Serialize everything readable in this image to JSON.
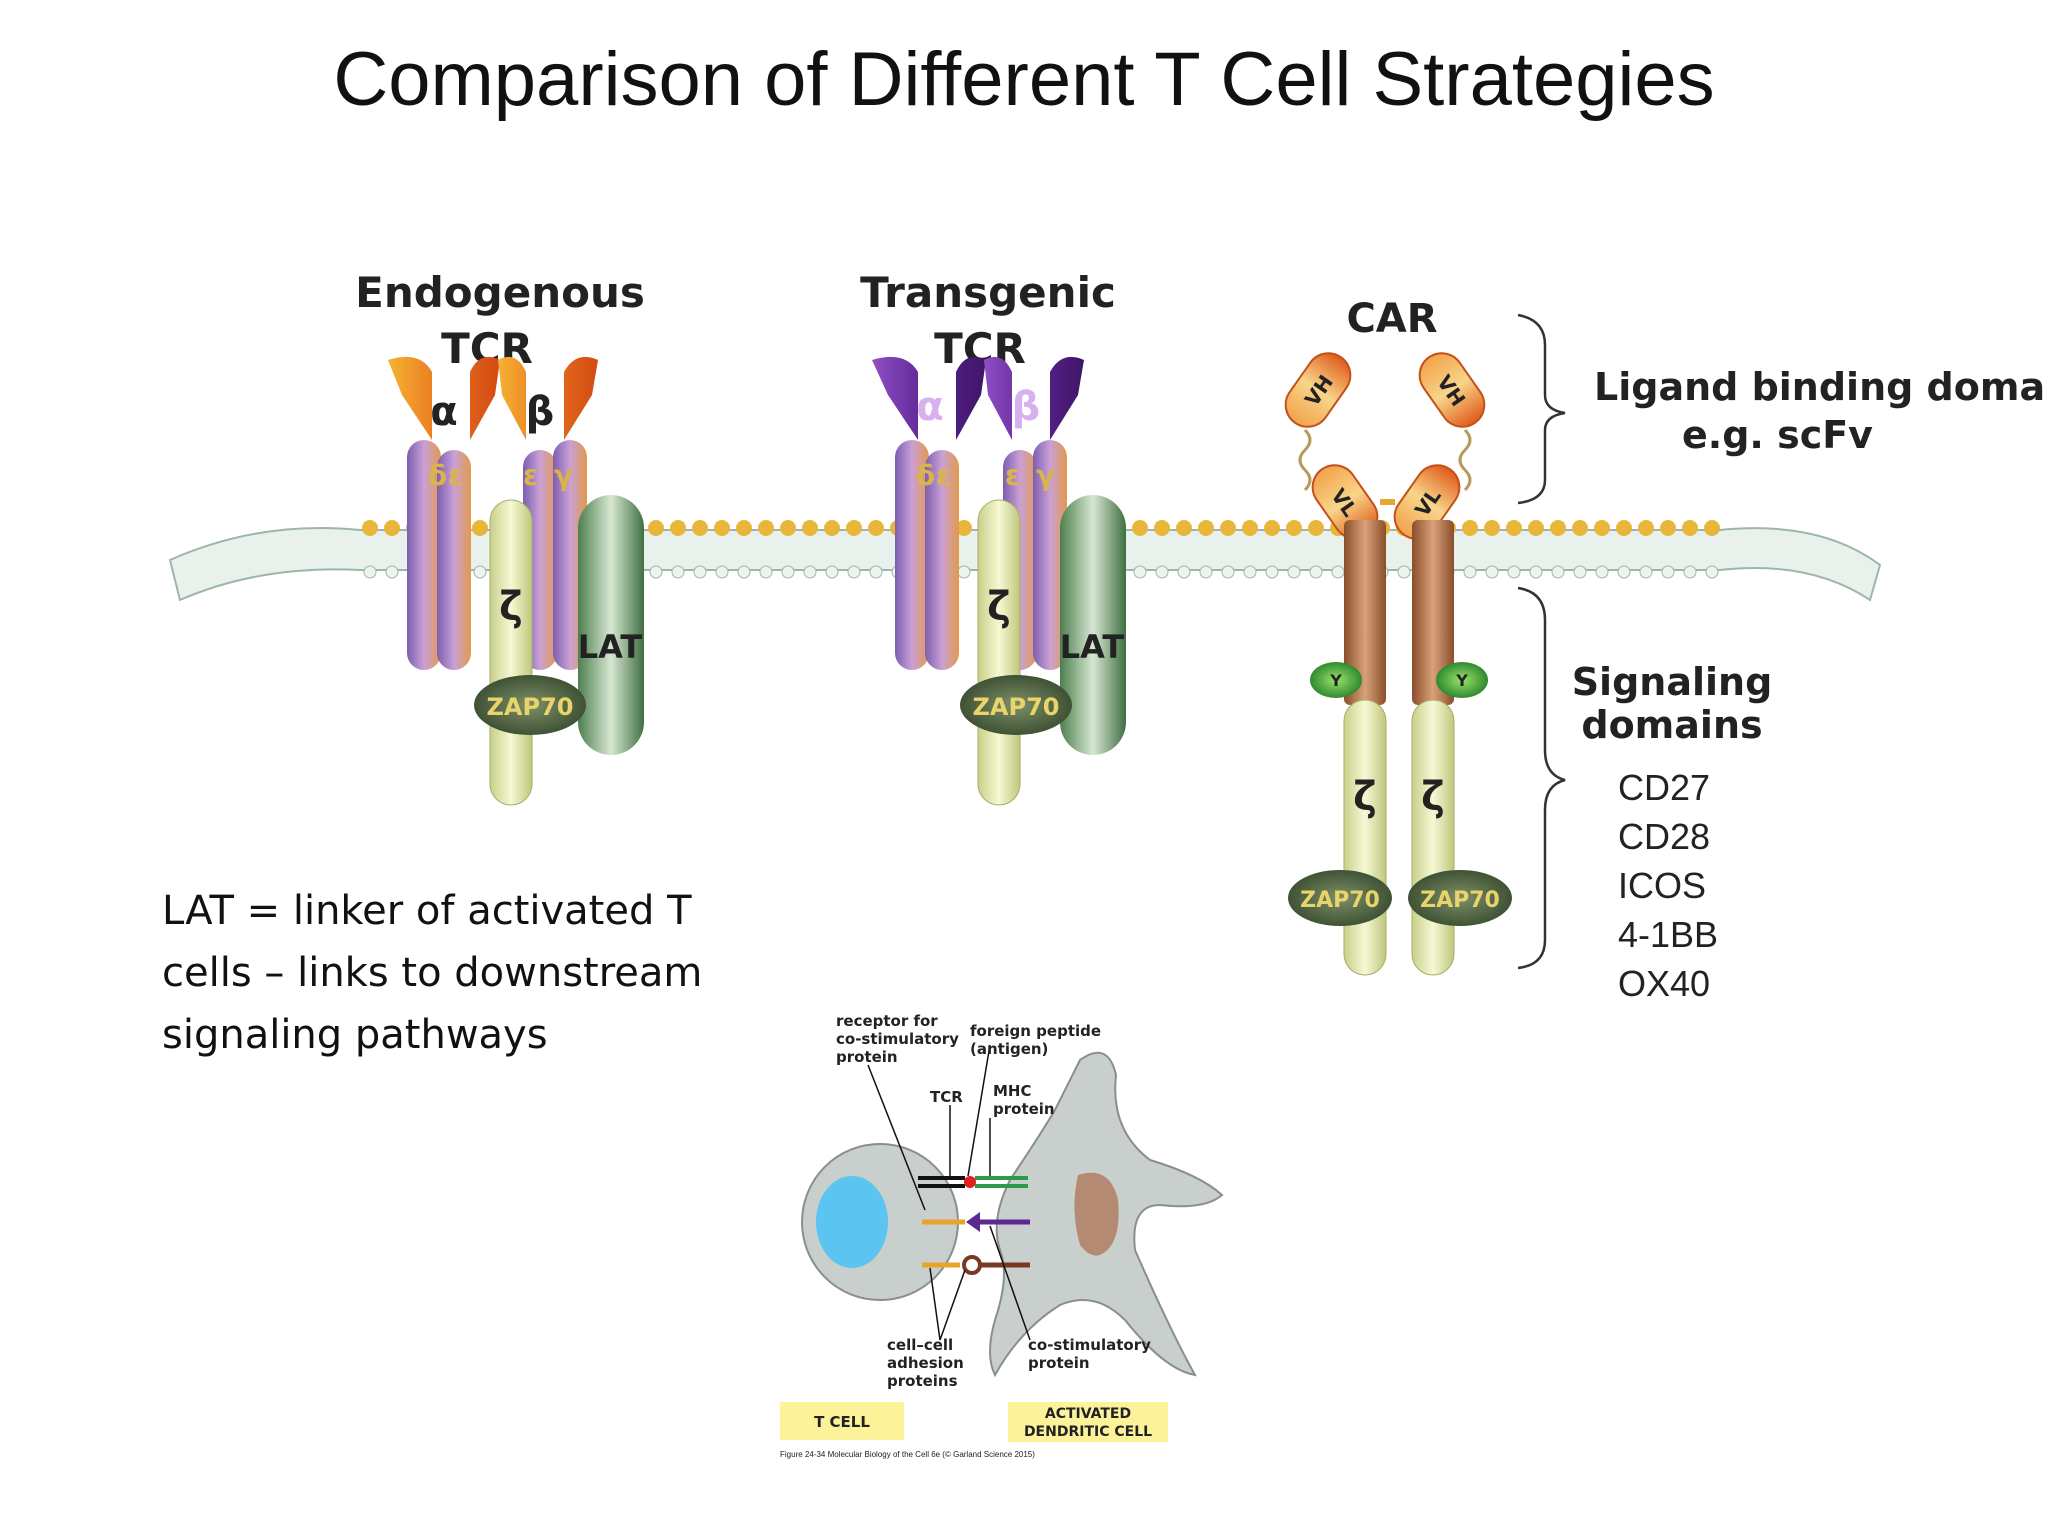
{
  "slide": {
    "title": "Comparison of Different T Cell Strategies"
  },
  "receptors": {
    "endogenous": {
      "label_line1": "Endogenous",
      "label_line2": "TCR"
    },
    "transgenic": {
      "label_line1": "Transgenic",
      "label_line2": "TCR"
    },
    "car": {
      "label": "CAR"
    }
  },
  "subunits": {
    "alpha": "α",
    "beta": "β",
    "delta": "δ",
    "epsilon": "ε",
    "gamma": "γ",
    "zeta": "ζ",
    "lat": "LAT",
    "zap70": "ZAP70",
    "vh": "VH",
    "vl": "VL",
    "y": "Y"
  },
  "car_annotations": {
    "ligand_line1": "Ligand binding domain",
    "ligand_line2": "e.g. scFv",
    "signaling_line1": "Signaling",
    "signaling_line2": "domains",
    "domains": [
      "CD27",
      "CD28",
      "ICOS",
      "4-1BB",
      "OX40"
    ]
  },
  "note": {
    "line1": "LAT = linker of activated T",
    "line2": "cells – links to downstream",
    "line3": "signaling pathways"
  },
  "inset": {
    "receptor_costim_line1": "receptor for",
    "receptor_costim_line2": "co-stimulatory",
    "receptor_costim_line3": "protein",
    "foreign_peptide_line1": "foreign peptide",
    "foreign_peptide_line2": "(antigen)",
    "tcr": "TCR",
    "mhc_line1": "MHC",
    "mhc_line2": "protein",
    "adhesion_line1": "cell–cell",
    "adhesion_line2": "adhesion",
    "adhesion_line3": "proteins",
    "costim_line1": "co-stimulatory",
    "costim_line2": "protein",
    "t_cell": "T CELL",
    "dendritic_line1": "ACTIVATED",
    "dendritic_line2": "DENDRITIC CELL",
    "caption": "Figure 24-34 Molecular Biology of the Cell 6e (© Garland Science 2015)"
  },
  "colors": {
    "membrane_head": "#e8b63a",
    "endogenous_tcr": "#e8731f",
    "transgenic_tcr": "#6a2a9a",
    "cd3": "#9b7fc0",
    "zeta": "#eef2b0",
    "lat": "#5f8f5f",
    "zap70": "#5a6e4a",
    "car_stalk": "#a8663a",
    "dendritic_cell": "#c9cfcc",
    "t_cell_nucleus": "#5bc4f0",
    "label_box": "#fbf29a"
  }
}
